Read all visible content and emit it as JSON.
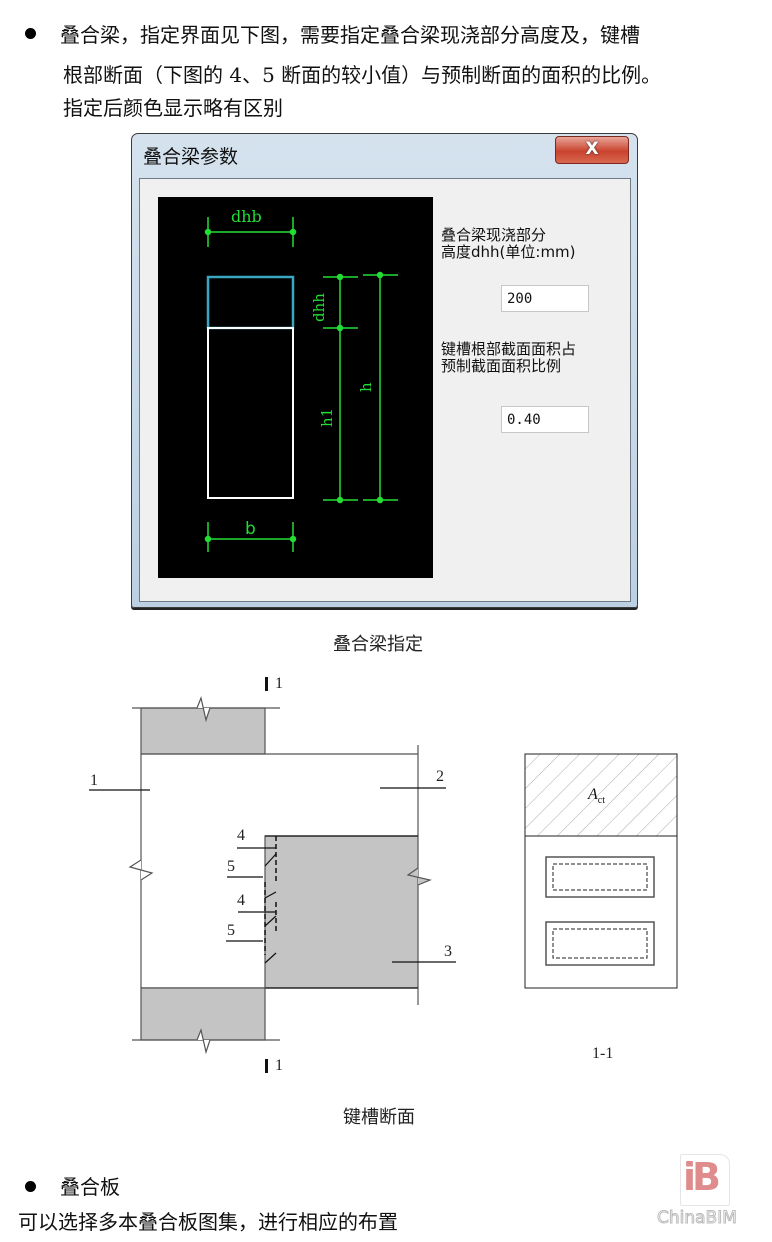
{
  "intro": {
    "line1": "叠合梁，指定界面见下图，需要指定叠合梁现浇部分高度及，键槽",
    "line2": "根部断面（下图的 4、5 断面的较小值）与预制断面的面积的比例。",
    "line3": "指定后颜色显示略有区别"
  },
  "dialog": {
    "title": "叠合梁参数",
    "close_label": "X",
    "diagram_labels": {
      "top_width": "dhb",
      "cast_height": "dhh",
      "precast_height": "h1",
      "total_height": "h",
      "bottom_width": "b"
    },
    "field1": {
      "label_line1": "叠合梁现浇部分",
      "label_line2": "高度dhh(单位:mm)",
      "value": "200"
    },
    "field2": {
      "label_line1": "键槽根部截面面积占",
      "label_line2": "预制截面面积比例",
      "value": "0.40"
    }
  },
  "figure1_caption": "叠合梁指定",
  "figure2": {
    "section_mark_top": "1",
    "section_mark_bottom": "1",
    "callouts": [
      "1",
      "2",
      "3",
      "4",
      "5",
      "4",
      "5"
    ],
    "section_label": "Act",
    "section_label_main": "A",
    "section_label_sub": "ct",
    "section_title": "1-1",
    "caption": "键槽断面"
  },
  "section2": {
    "heading": "叠合板",
    "body": "可以选择多本叠合板图集，进行相应的布置"
  },
  "watermark": {
    "logo_glyph": "iB",
    "text": "ChinaBIM"
  },
  "colors": {
    "cad_green": "#22dd33",
    "cad_cyan": "#3aa7c2",
    "cad_white": "#ffffff",
    "concrete_gray": "#c4c4c4",
    "close_red": "#c9432e",
    "watermark": "#df8c8c"
  }
}
